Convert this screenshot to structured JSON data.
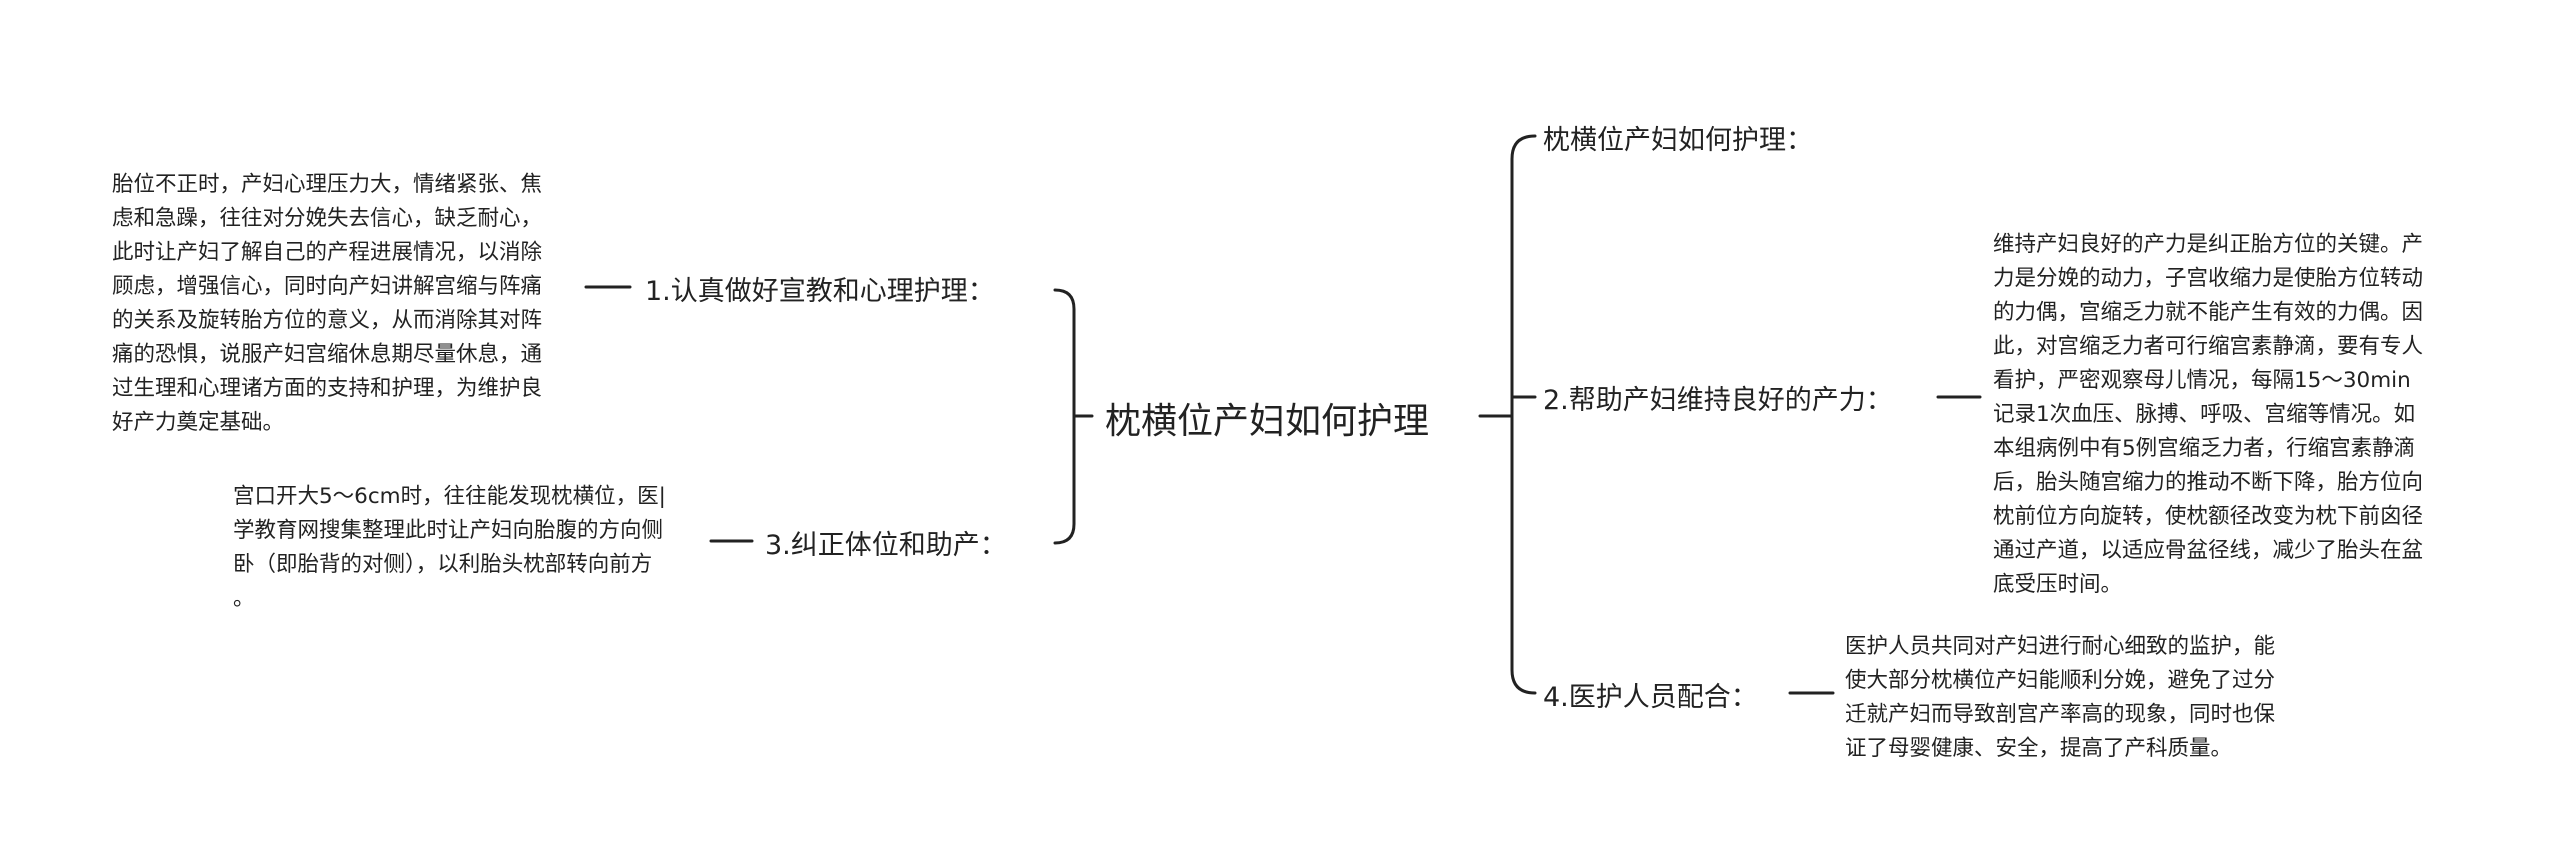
{
  "mindmap": {
    "central": "枕横位产妇如何护理",
    "left": [
      {
        "label": "1.认真做好宣教和心理护理：",
        "detail": [
          "胎位不正时，产妇心理压力大，情绪紧张、焦",
          "虑和急躁，往往对分娩失去信心，缺乏耐心，",
          "此时让产妇了解自己的产程进展情况，以消除",
          "顾虑，增强信心，同时向产妇讲解宫缩与阵痛",
          "的关系及旋转胎方位的意义，从而消除其对阵",
          "痛的恐惧，说服产妇宫缩休息期尽量休息，通",
          "过生理和心理诸方面的支持和护理，为维护良",
          "好产力奠定基础。"
        ]
      },
      {
        "label": "3.纠正体位和助产：",
        "detail": [
          "宫口开大5～6cm时，往往能发现枕横位，医|",
          "学教育网搜集整理此时让产妇向胎腹的方向侧",
          "卧（即胎背的对侧），以利胎头枕部转向前方",
          "。"
        ]
      }
    ],
    "right": [
      {
        "label": "枕横位产妇如何护理：",
        "detail": []
      },
      {
        "label": "2.帮助产妇维持良好的产力：",
        "detail": [
          "维持产妇良好的产力是纠正胎方位的关键。产",
          "力是分娩的动力，子宫收缩力是使胎方位转动",
          "的力偶，宫缩乏力就不能产生有效的力偶。因",
          "此，对宫缩乏力者可行缩宫素静滴，要有专人",
          "看护，严密观察母儿情况，每隔15～30min",
          "记录1次血压、脉搏、呼吸、宫缩等情况。如",
          "本组病例中有5例宫缩乏力者，行缩宫素静滴",
          "后，胎头随宫缩力的推动不断下降，胎方位向",
          "枕前位方向旋转，使枕额径改变为枕下前囟径",
          "通过产道，以适应骨盆径线，减少了胎头在盆",
          "底受压时间。"
        ]
      },
      {
        "label": "4.医护人员配合：",
        "detail": [
          "医护人员共同对产妇进行耐心细致的监护，能",
          "使大部分枕横位产妇能顺利分娩，避免了过分",
          "迁就产妇而导致剖宫产率高的现象，同时也保",
          "证了母婴健康、安全，提高了产科质量。"
        ]
      }
    ]
  }
}
